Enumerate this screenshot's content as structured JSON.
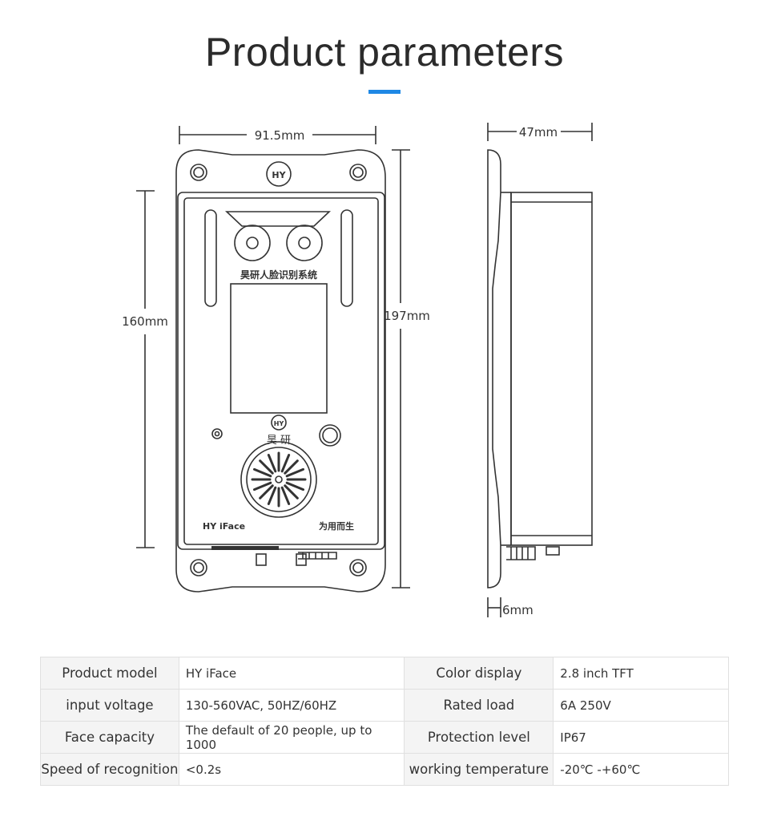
{
  "header": {
    "title": "Product parameters",
    "accent_color": "#1e88e5"
  },
  "diagram": {
    "front_width": "91.5mm",
    "front_inner_height": "160mm",
    "front_total_height": "197mm",
    "side_depth": "47mm",
    "side_flange": "6mm",
    "device_label_top": "昊研人脸识别系统",
    "device_brand": "昊 研",
    "device_model_label": "HY iFace",
    "device_slogan": "为用而生",
    "logo_text": "HY"
  },
  "specs": {
    "rows": [
      {
        "k1": "Product model",
        "v1": "HY iFace",
        "k2": "Color display",
        "v2": "2.8 inch TFT"
      },
      {
        "k1": "input voltage",
        "v1": "130-560VAC, 50HZ/60HZ",
        "k2": "Rated load",
        "v2": "6A 250V"
      },
      {
        "k1": "Face capacity",
        "v1": "The default of 20 people, up to 1000",
        "k2": "Protection level",
        "v2": "IP67"
      },
      {
        "k1": "Speed of recognition",
        "v1": "<0.2s",
        "k2": "working temperature",
        "v2": "-20℃ -+60℃"
      }
    ]
  }
}
